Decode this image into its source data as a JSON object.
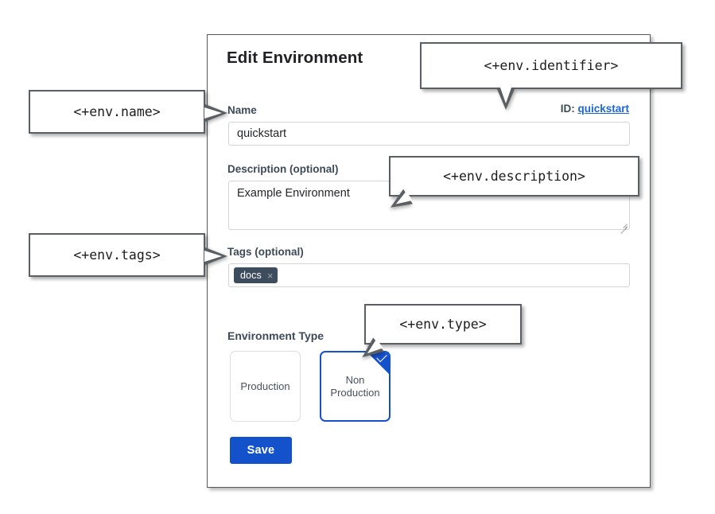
{
  "panel": {
    "title": "Edit Environment",
    "identifier": {
      "label": "ID:",
      "value": "quickstart"
    },
    "fields": {
      "name": {
        "label": "Name",
        "value": "quickstart",
        "placeholder": ""
      },
      "description": {
        "label": "Description (optional)",
        "value": "Example Environment",
        "placeholder": ""
      },
      "tags": {
        "label": "Tags (optional)",
        "chips": [
          {
            "text": "docs",
            "remove_icon": "×"
          }
        ],
        "placeholder": ""
      },
      "environment_type": {
        "label": "Environment Type",
        "options": [
          {
            "label": "Production",
            "selected": false
          },
          {
            "label": "Non\nProduction",
            "line1": "Non",
            "line2": "Production",
            "selected": true
          }
        ]
      }
    },
    "save_label": "Save"
  },
  "annotations": [
    {
      "id": "env-name",
      "text": "<+env.name>"
    },
    {
      "id": "env-identifier",
      "text": "<+env.identifier>"
    },
    {
      "id": "env-description",
      "text": "<+env.description>"
    },
    {
      "id": "env-tags",
      "text": "<+env.tags>"
    },
    {
      "id": "env-type",
      "text": "<+env.type>"
    }
  ],
  "colors": {
    "accent_blue": "#1452cc",
    "link_blue": "#1a66d6",
    "label_slate": "#3d4a58",
    "tag_chip_bg": "#3e4d5e",
    "panel_border": "#555a5e",
    "callout_border": "#5a5f63"
  }
}
